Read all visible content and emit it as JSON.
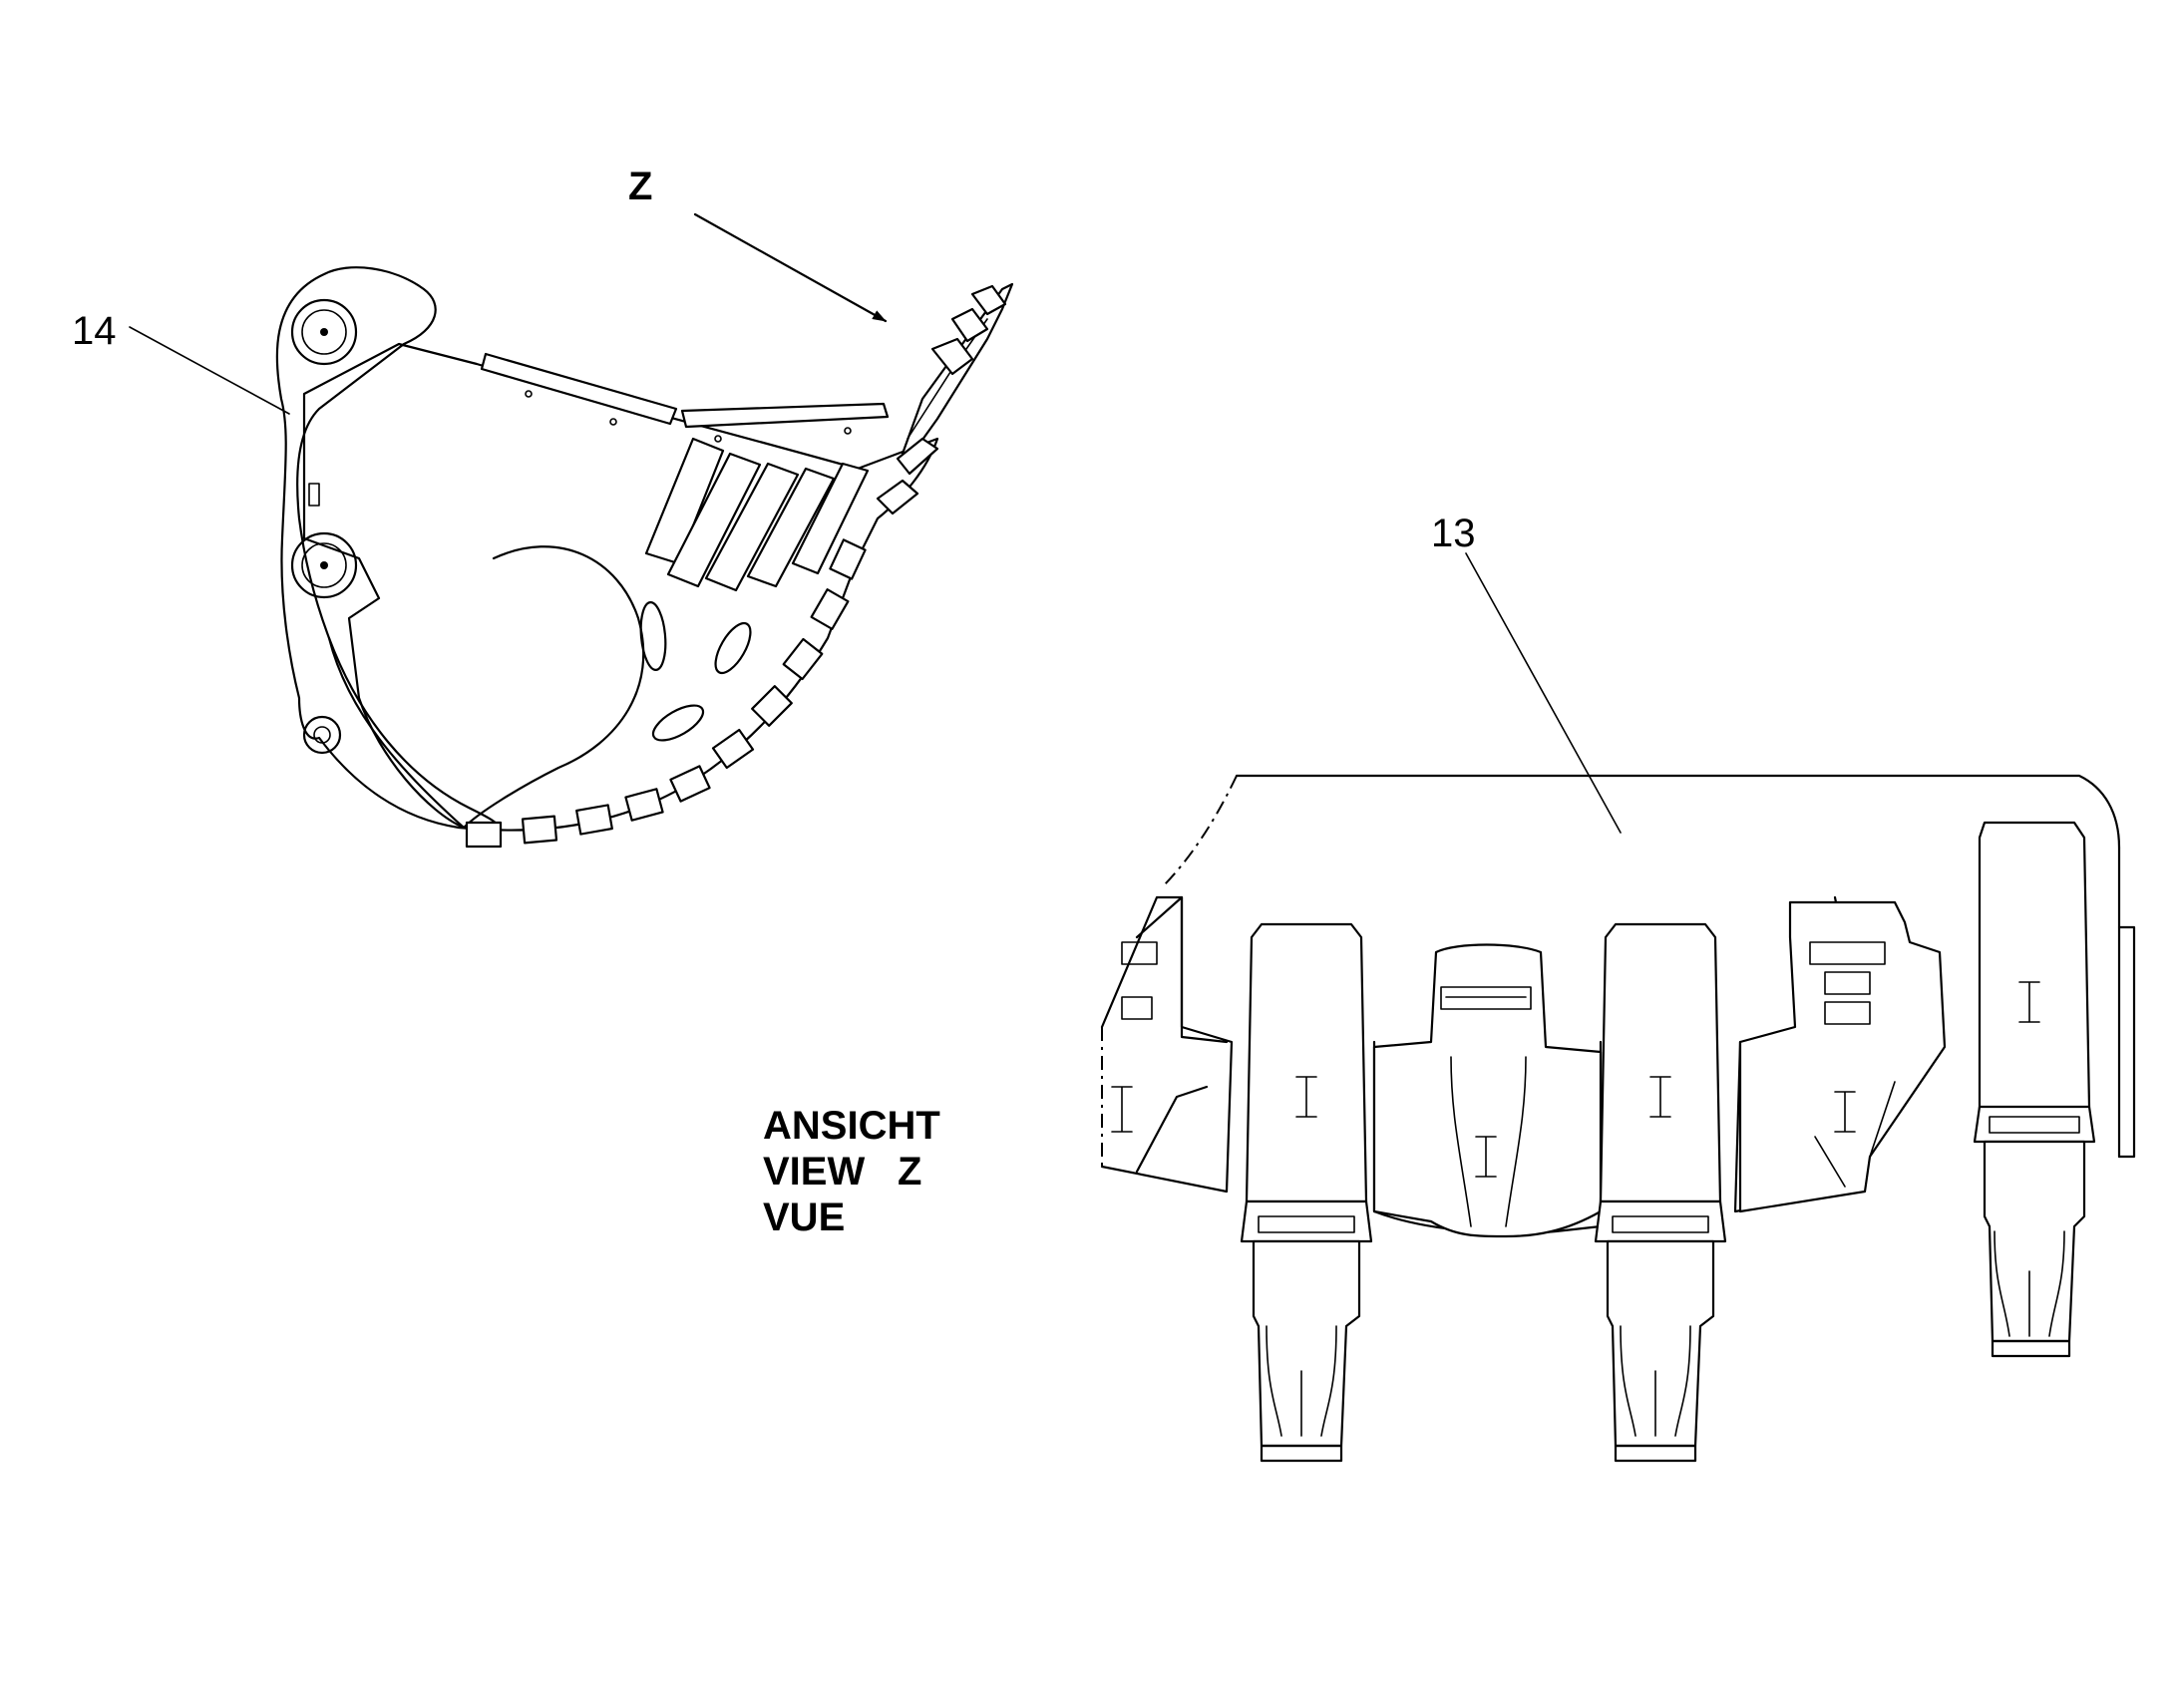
{
  "callouts": {
    "bucket": "14",
    "tooth_edge": "13"
  },
  "view_marker": "Z",
  "view_caption": {
    "line1": "ANSICHT",
    "line2": "VIEW",
    "line2_letter": "Z",
    "line3": "VUE"
  }
}
